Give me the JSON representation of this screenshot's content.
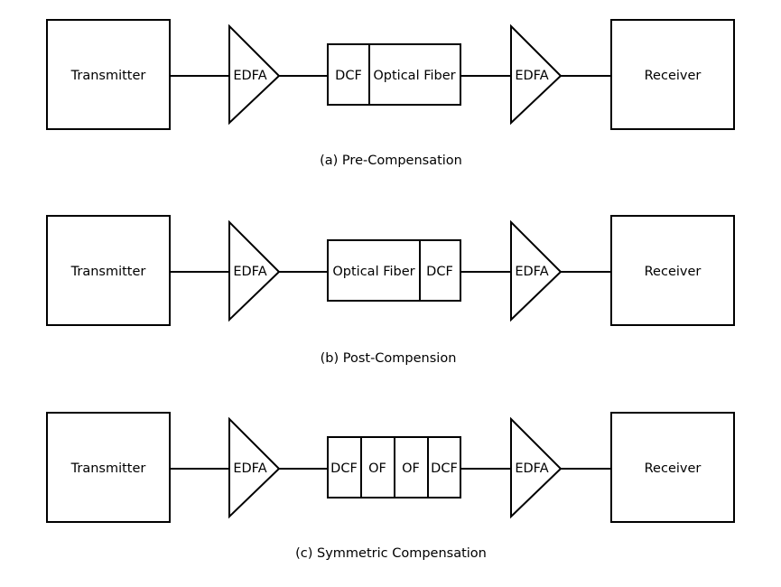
{
  "rows": [
    {
      "transmitter": "Transmitter",
      "amp_in": "EDFA",
      "segments": [
        "DCF",
        "Optical Fiber"
      ],
      "amp_out": "EDFA",
      "receiver": "Receiver",
      "caption": "(a) Pre-Compensation"
    },
    {
      "transmitter": "Transmitter",
      "amp_in": "EDFA",
      "segments": [
        "Optical Fiber",
        "DCF"
      ],
      "amp_out": "EDFA",
      "receiver": "Receiver",
      "caption": "(b) Post-Compension"
    },
    {
      "transmitter": "Transmitter",
      "amp_in": "EDFA",
      "segments": [
        "DCF",
        "OF",
        "OF",
        "DCF"
      ],
      "amp_out": "EDFA",
      "receiver": "Receiver",
      "caption": "(c) Symmetric Compensation"
    }
  ]
}
